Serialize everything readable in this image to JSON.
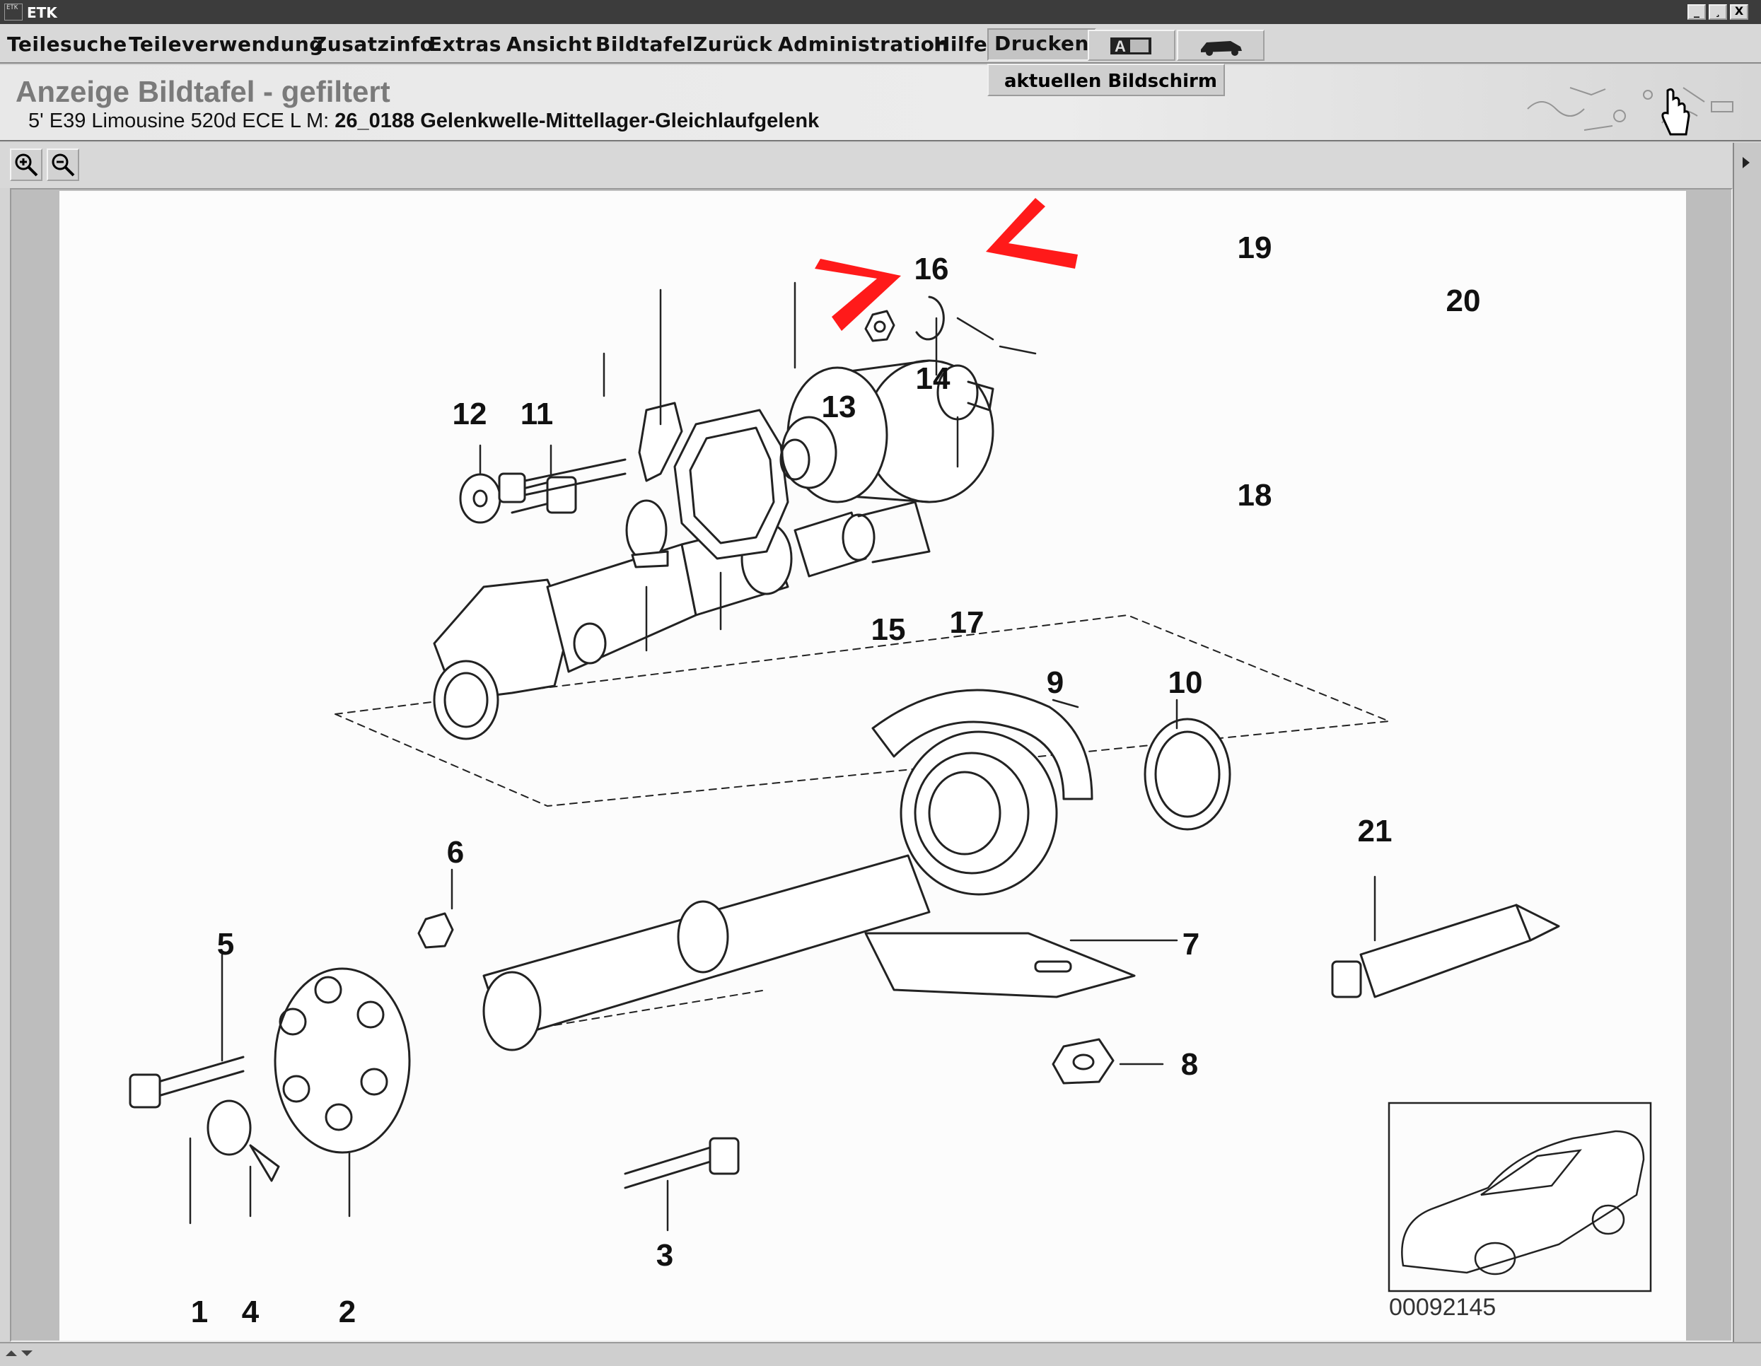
{
  "window": {
    "app_title": "ETK",
    "logo_text": "ETK",
    "minimize_glyph": "_",
    "restore_glyph": "¸",
    "close_glyph": "X"
  },
  "menu": {
    "teilesuche": "Teilesuche",
    "teileverwendung": "Teileverwendung",
    "zusatzinfo": "Zusatzinfo",
    "extras": "Extras",
    "ansicht": "Ansicht",
    "bildtafel": "Bildtafel",
    "zurueck": "Zurück",
    "administration": "Administration",
    "hilfe": "Hilfe",
    "drucken": "Drucken",
    "toolbar_icons": [
      "a-ab-icon",
      "car-icon"
    ]
  },
  "dropdown": {
    "item": "aktuellen Bildschirm"
  },
  "header": {
    "title": "Anzeige Bildtafel - gefiltert",
    "vehicle": "5' E39 Limousine 520d ECE  L M: ",
    "group": "26_0188 Gelenkwelle-Mittellager-Gleichlaufgelenk"
  },
  "toolbar": {
    "zoom_in": "zoom-in-icon",
    "zoom_out": "zoom-out-icon"
  },
  "diagram": {
    "image_number": "00092145",
    "labels": [
      "1",
      "2",
      "3",
      "4",
      "5",
      "6",
      "7",
      "8",
      "9",
      "10",
      "11",
      "12",
      "13",
      "14",
      "15",
      "16",
      "17",
      "18",
      "19",
      "20",
      "21"
    ],
    "marker_color": "#ff1a1a"
  }
}
